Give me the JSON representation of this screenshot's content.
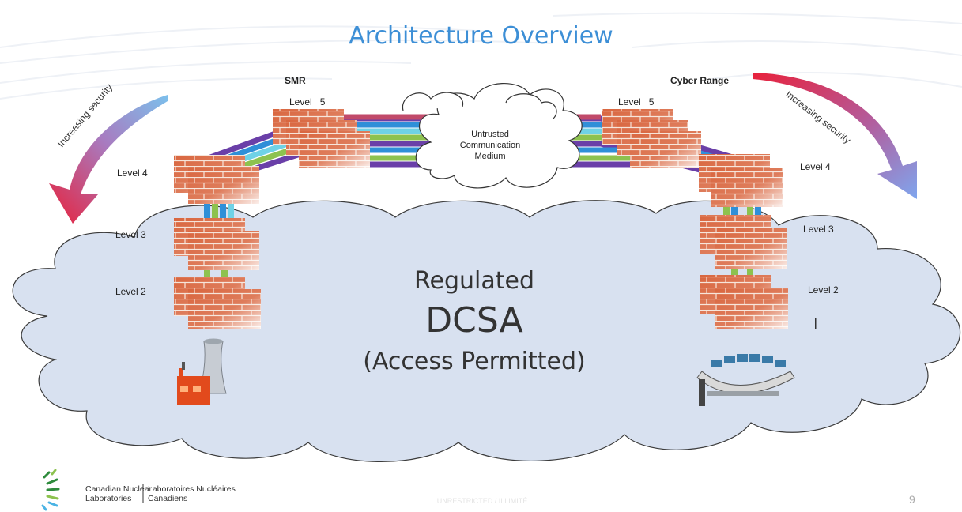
{
  "slide": {
    "title": "Architecture Overview",
    "page_number": "9",
    "classification": "UNRESTRICTED / ILLIMITÉ"
  },
  "left_stack": {
    "name": "SMR",
    "level5": "Level   5",
    "level4": "Level 4",
    "level3": "Level 3",
    "level2": "Level 2",
    "arrow_label": "Increasing security"
  },
  "right_stack": {
    "name": "Cyber Range",
    "level5": "Level   5",
    "level4": "Level 4",
    "level3": "Level 3",
    "level2": "Level 2",
    "arrow_label": "Increasing security"
  },
  "untrusted": {
    "line1": "Untrusted",
    "line2": "Communication",
    "line3": "Medium"
  },
  "dcsa": {
    "line1": "Regulated",
    "line2": "DCSA",
    "line3": "(Access Permitted)"
  },
  "footer": {
    "org_en_1": "Canadian Nuclear",
    "org_en_2": "Laboratories",
    "org_fr_1": "Laboratoires Nucléaires",
    "org_fr_2": "Canadiens"
  },
  "colors": {
    "title": "#3d8fd6",
    "cloud_fill": "#d8e1f0",
    "cloud_stroke": "#3b3b3b",
    "brick": "#d9663f",
    "arrow_red": "#e8213b",
    "arrow_blue": "#6fb5e8",
    "link_green": "#8dc24f",
    "link_blue": "#2f8fd8",
    "link_purple": "#6a3fa8"
  }
}
